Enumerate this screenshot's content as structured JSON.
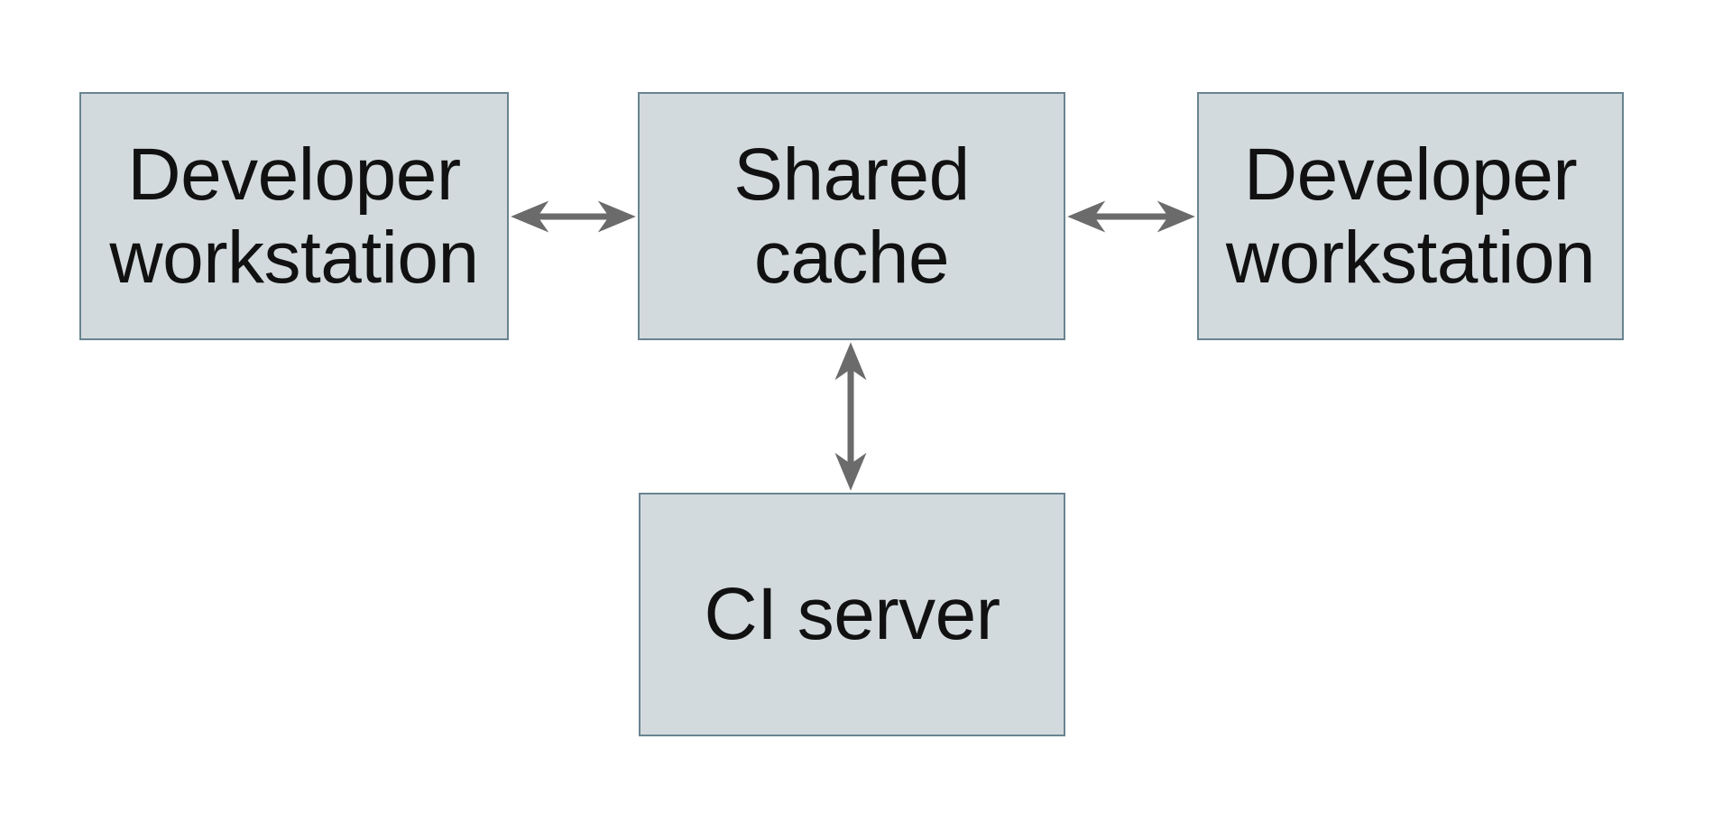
{
  "diagram": {
    "colors": {
      "canvas_bg": "#ffffff",
      "node_fill": "#d3dadd",
      "node_border": "#698490",
      "arrow_color": "#6b6b6b",
      "text_color": "#111111"
    },
    "nodes": [
      {
        "id": "developer-workstation-left",
        "label": "Developer workstation"
      },
      {
        "id": "shared-cache",
        "label": "Shared cache"
      },
      {
        "id": "developer-workstation-right",
        "label": "Developer workstation"
      },
      {
        "id": "ci-server",
        "label": "CI server"
      }
    ],
    "connections": [
      {
        "from": "developer-workstation-left",
        "to": "shared-cache",
        "type": "bidirectional"
      },
      {
        "from": "shared-cache",
        "to": "developer-workstation-right",
        "type": "bidirectional"
      },
      {
        "from": "shared-cache",
        "to": "ci-server",
        "type": "bidirectional"
      }
    ]
  }
}
